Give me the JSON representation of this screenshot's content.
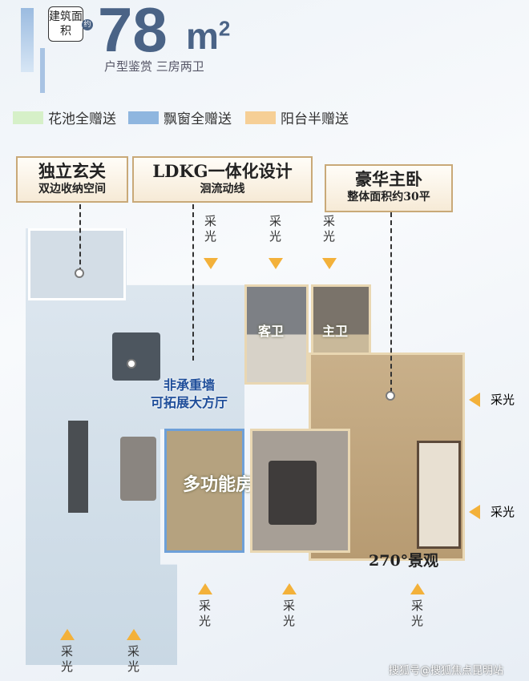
{
  "header": {
    "area_badge": "建筑面积",
    "approx_mark": "约",
    "area_value": "78",
    "area_unit": "m",
    "area_sup": "2",
    "subtitle": "户型鉴赏 三房两卫"
  },
  "legend": [
    {
      "label": "花池全赠送",
      "color": "#d6f0c8"
    },
    {
      "label": "飘窗全赠送",
      "color": "#8fb6df"
    },
    {
      "label": "阳台半赠送",
      "color": "#f6cf96"
    }
  ],
  "callouts": {
    "entry": {
      "title": "独立玄关",
      "sub": "双边收纳空间"
    },
    "ldkg": {
      "title": "LDKG一体化设计",
      "sub": "洄流动线"
    },
    "master": {
      "title": "豪华主卧",
      "sub": "整体面积约30平"
    }
  },
  "rooms": {
    "guest_bath": "客卫",
    "master_bath": "主卫",
    "multi": "多功能房",
    "wall_note_1": "非承重墙",
    "wall_note_2": "可拓展大方厅",
    "view": "270°景观"
  },
  "light_label": "采光",
  "watermark": "搜狐号@搜狐焦点昆明站"
}
